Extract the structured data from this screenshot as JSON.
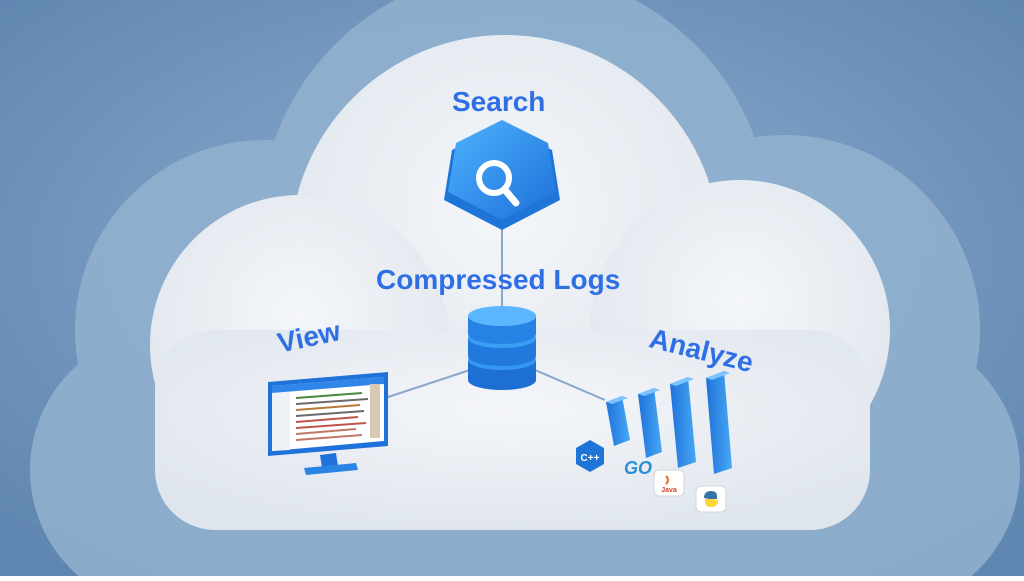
{
  "labels": {
    "search": "Search",
    "compressed_logs": "Compressed Logs",
    "view": "View",
    "analyze": "Analyze"
  },
  "colors": {
    "background": "#6e95bd",
    "cloud_outer": "#8fb0cf",
    "cloud_inner": "#e7ebf1",
    "accent": "#2f6fe6",
    "icon_blue": "#2b8ff0",
    "connector": "#8aa6c8"
  },
  "icons": {
    "search": "magnifier-hexagon-icon",
    "logs": "database-stack-icon",
    "view": "monitor-log-viewer-icon",
    "analyze": "bar-chart-icon",
    "languages": [
      "cpp-icon",
      "go-icon",
      "java-icon",
      "python-icon"
    ]
  },
  "language_badges": {
    "cpp": "C++",
    "go": "GO",
    "java": "Java"
  }
}
